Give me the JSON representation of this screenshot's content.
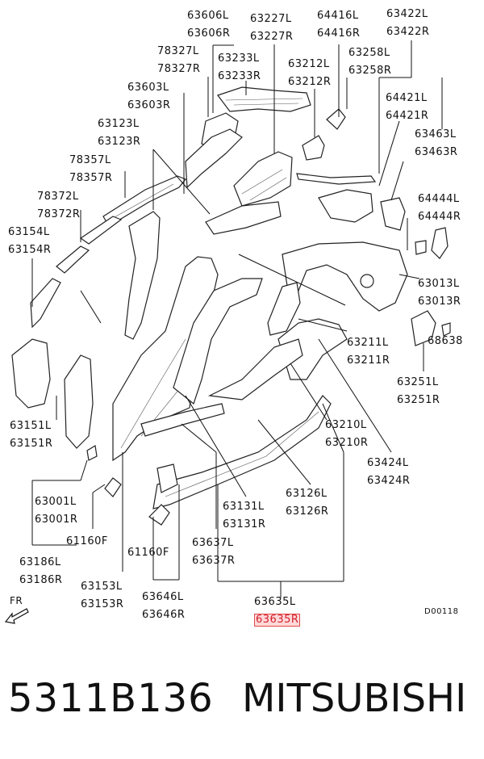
{
  "part_labels": [
    {
      "id": "63606",
      "l": "63606L",
      "r": "63606R"
    },
    {
      "id": "63227",
      "l": "63227L",
      "r": "63227R"
    },
    {
      "id": "64416",
      "l": "64416L",
      "r": "64416R"
    },
    {
      "id": "63422",
      "l": "63422L",
      "r": "63422R"
    },
    {
      "id": "78327",
      "l": "78327L",
      "r": "78327R"
    },
    {
      "id": "63233",
      "l": "63233L",
      "r": "63233R"
    },
    {
      "id": "63212",
      "l": "63212L",
      "r": "63212R"
    },
    {
      "id": "63258",
      "l": "63258L",
      "r": "63258R"
    },
    {
      "id": "63603",
      "l": "63603L",
      "r": "63603R"
    },
    {
      "id": "64421",
      "l": "64421L",
      "r": "64421R"
    },
    {
      "id": "63123",
      "l": "63123L",
      "r": "63123R"
    },
    {
      "id": "63463",
      "l": "63463L",
      "r": "63463R"
    },
    {
      "id": "78357",
      "l": "78357L",
      "r": "78357R"
    },
    {
      "id": "78372",
      "l": "78372L",
      "r": "78372R"
    },
    {
      "id": "64444",
      "l": "64444L",
      "r": "64444R"
    },
    {
      "id": "63154",
      "l": "63154L",
      "r": "63154R"
    },
    {
      "id": "63013",
      "l": "63013L",
      "r": "63013R"
    },
    {
      "id": "63211",
      "l": "63211L",
      "r": "63211R"
    },
    {
      "id": "63251",
      "l": "63251L",
      "r": "63251R"
    },
    {
      "id": "63151",
      "l": "63151L",
      "r": "63151R"
    },
    {
      "id": "63210",
      "l": "63210L",
      "r": "63210R"
    },
    {
      "id": "63424",
      "l": "63424L",
      "r": "63424R"
    },
    {
      "id": "63001",
      "l": "63001L",
      "r": "63001R"
    },
    {
      "id": "63126",
      "l": "63126L",
      "r": "63126R"
    },
    {
      "id": "63131",
      "l": "63131L",
      "r": "63131R"
    },
    {
      "id": "63637",
      "l": "63637L",
      "r": "63637R"
    },
    {
      "id": "63186",
      "l": "63186L",
      "r": "63186R"
    },
    {
      "id": "63153",
      "l": "63153L",
      "r": "63153R"
    },
    {
      "id": "63646",
      "l": "63646L",
      "r": "63646R"
    },
    {
      "id": "63635",
      "l": "63635L",
      "r": "63635R"
    }
  ],
  "single_labels": {
    "p68638": "68638",
    "p61160f_a": "61160F",
    "p61160f_b": "61160F"
  },
  "highlighted_part": "63635R",
  "front_marker": "FR",
  "diagram_code": "D00118",
  "part_number": "5311B136",
  "brand": "MITSUBISHI",
  "colors": {
    "highlight": "#d21f2a",
    "ink": "#111111"
  }
}
